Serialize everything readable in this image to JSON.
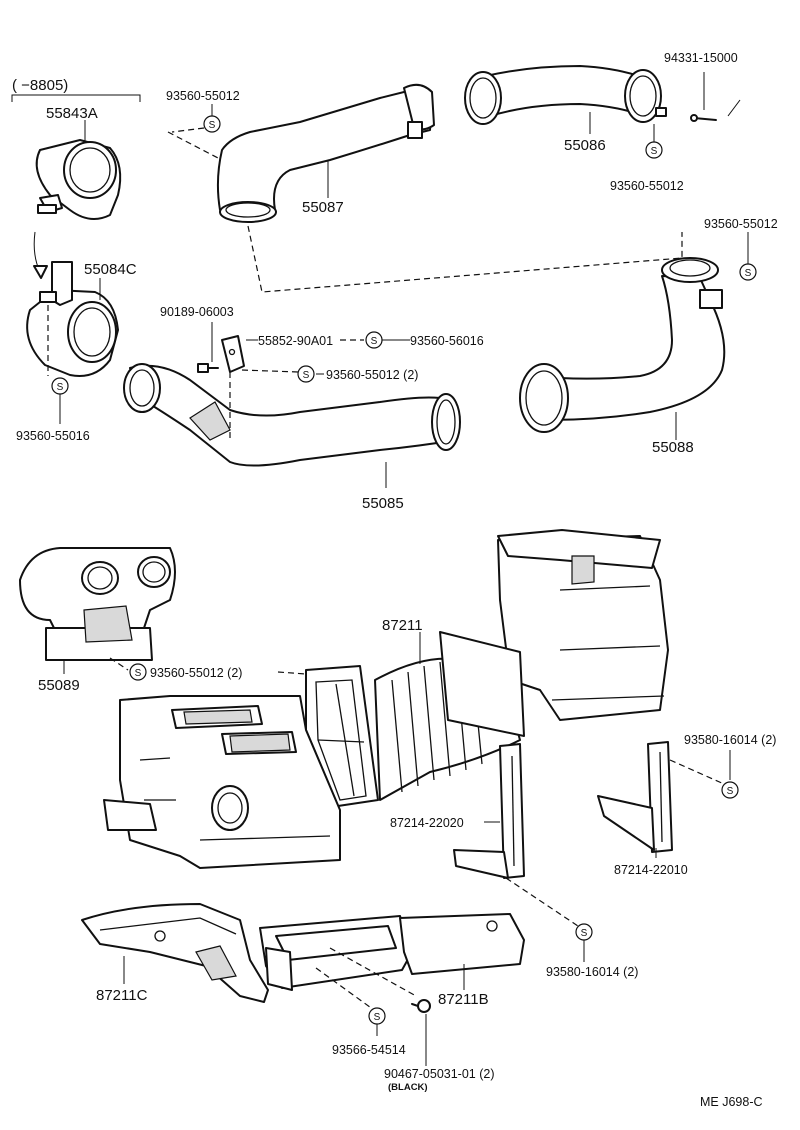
{
  "labels": {
    "bracket_note": "(   −8805)",
    "p55843A": "55843A",
    "p93560_55012_a": "93560-55012",
    "p55087": "55087",
    "p94331": "94331-15000",
    "p55086": "55086",
    "p93560_55012_b": "93560-55012",
    "p93560_55012_c": "93560-55012",
    "p55084C": "55084C",
    "p90189": "90189-06003",
    "p55852": "55852-90A01",
    "p93560_56016": "93560-56016",
    "p93560_55012_d": "93560-55012 (2)",
    "p93560_55016": "93560-55016",
    "p55088": "55088",
    "p55085": "55085",
    "p87211": "87211",
    "p55089": "55089",
    "p93560_55012_e": "93560-55012 (2)",
    "p93580_a": "93580-16014 (2)",
    "p87214_22020": "87214-22020",
    "p87214_22010": "87214-22010",
    "p93580_b": "93580-16014 (2)",
    "p87211C": "87211C",
    "p87211B": "87211B",
    "p93566": "93566-54514",
    "p90467": "90467-05031-01 (2)",
    "black_note": "(BLACK)",
    "footer": "ME  J698-C"
  },
  "icons": {
    "screw_marker": "S"
  }
}
